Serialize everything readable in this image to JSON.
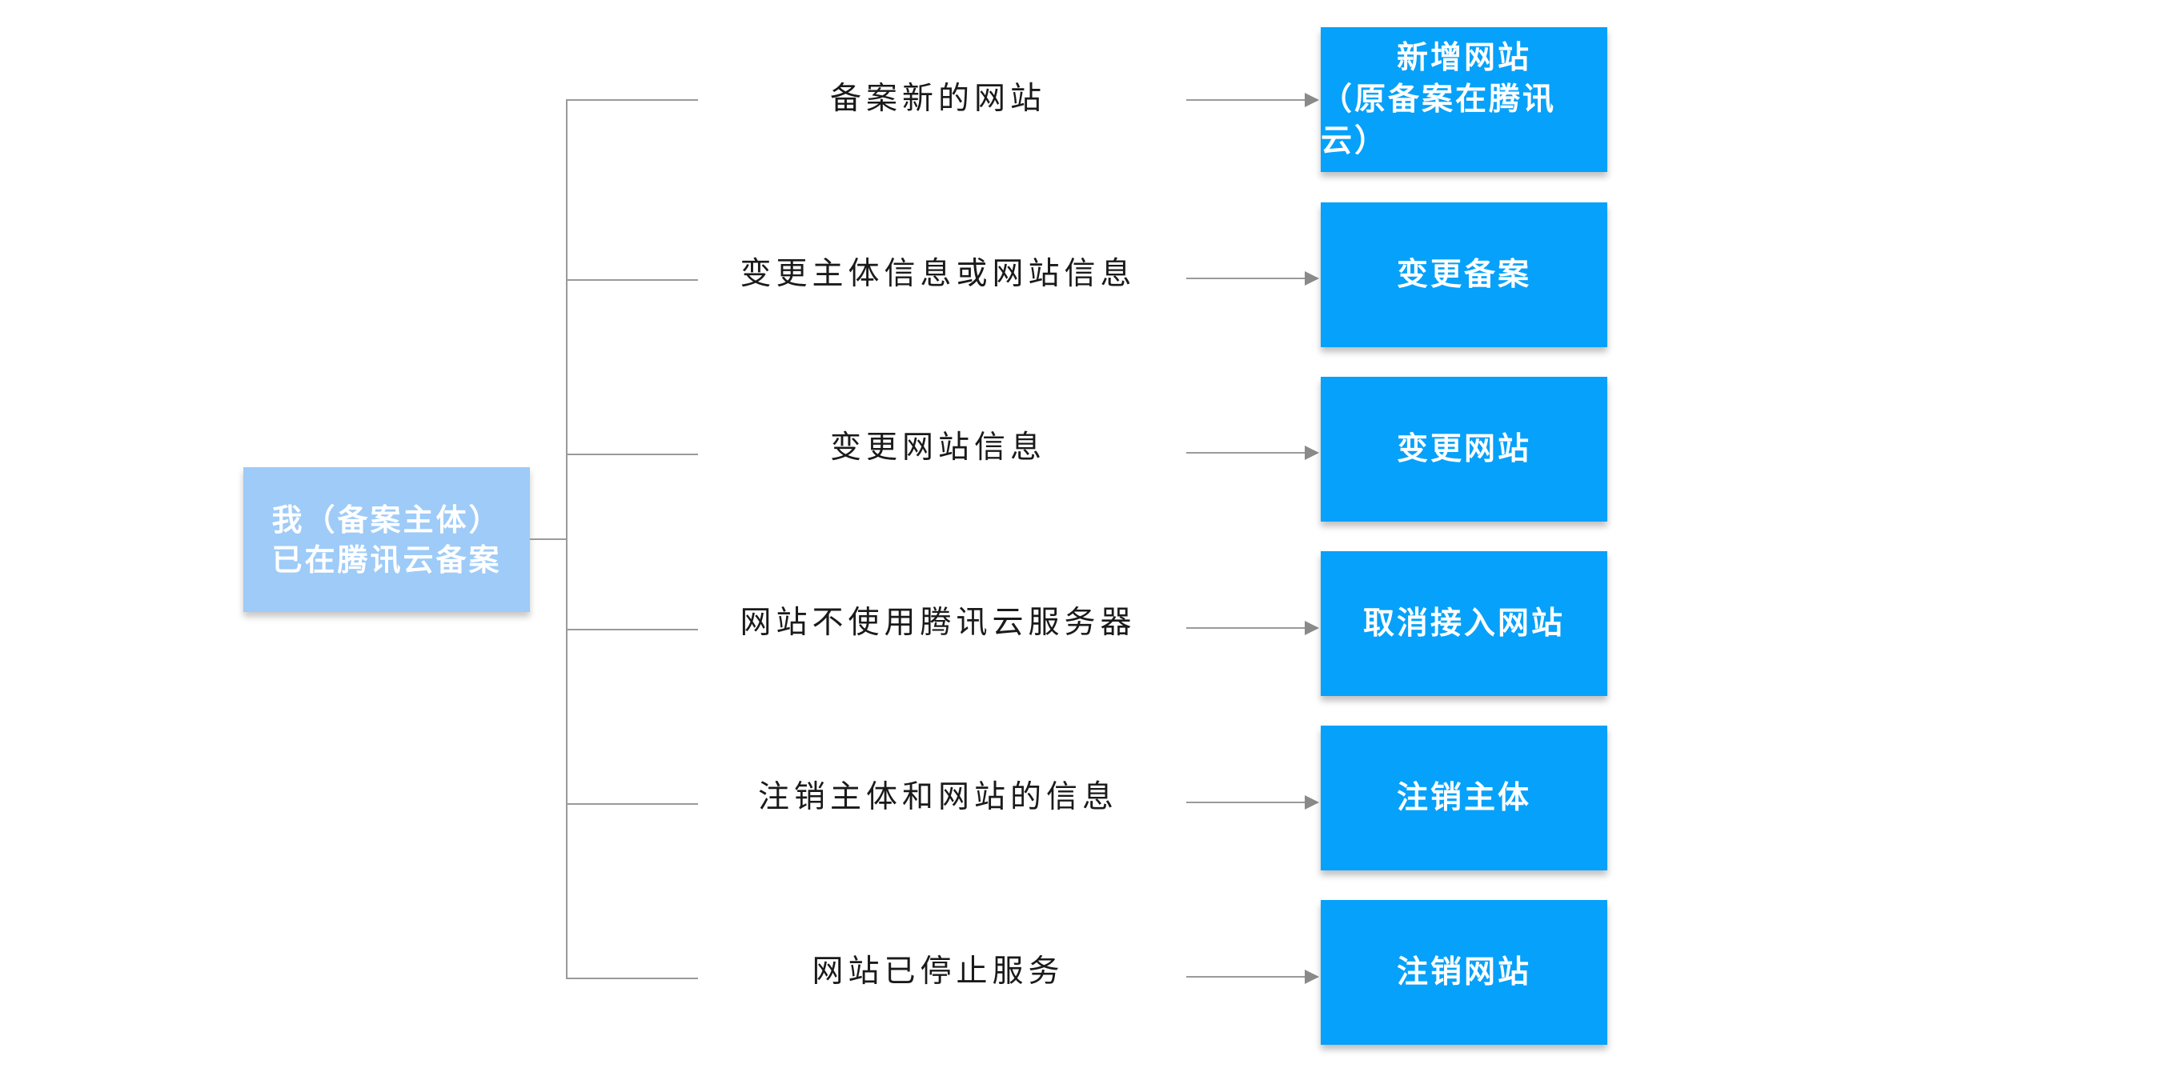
{
  "root": {
    "line1": "我（备案主体）",
    "line2": "已在腾讯云备案"
  },
  "branches": [
    {
      "condition": "备案新的网站",
      "action_line1": "新增网站",
      "action_line2": "（原备案在腾讯云）"
    },
    {
      "condition": "变更主体信息或网站信息",
      "action_line1": "变更备案",
      "action_line2": ""
    },
    {
      "condition": "变更网站信息",
      "action_line1": "变更网站",
      "action_line2": ""
    },
    {
      "condition": "网站不使用腾讯云服务器",
      "action_line1": "取消接入网站",
      "action_line2": ""
    },
    {
      "condition": "注销主体和网站的信息",
      "action_line1": "注销主体",
      "action_line2": ""
    },
    {
      "condition": "网站已停止服务",
      "action_line1": "注销网站",
      "action_line2": ""
    }
  ],
  "colors": {
    "root_box": "#9ecbf8",
    "action_box": "#06a1fa",
    "connector": "#9a9a9a",
    "text_dark": "#1a1a1a"
  }
}
